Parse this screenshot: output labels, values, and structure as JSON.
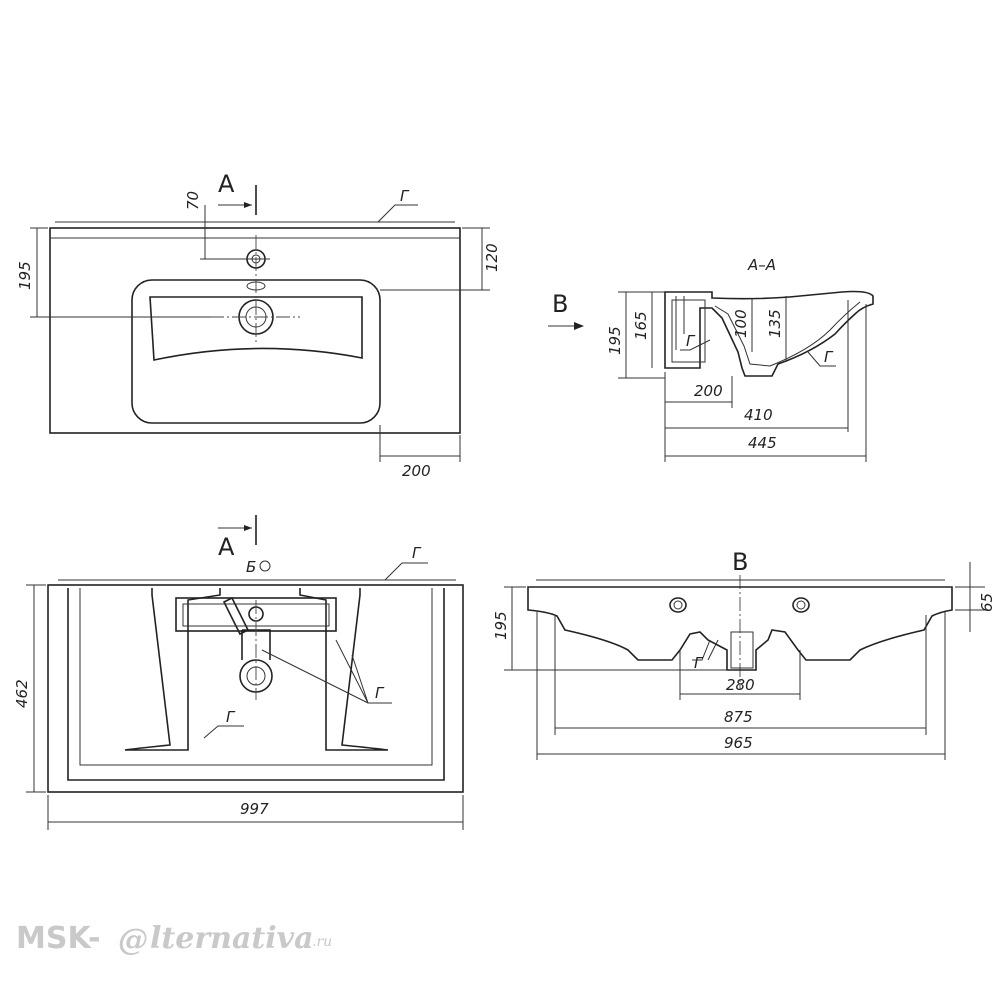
{
  "views": {
    "top_view": {
      "section_mark": "A",
      "dims": {
        "d70": "70",
        "d195": "195",
        "d120": "120",
        "d200": "200"
      },
      "surface_label": "Г"
    },
    "section_view": {
      "title": "А–А",
      "view_arrow": "B",
      "dims": {
        "d195": "195",
        "d165": "165",
        "d100": "100",
        "d135": "135",
        "d200": "200",
        "d410": "410",
        "d445": "445"
      },
      "surface_label_1": "Г",
      "surface_label_2": "Г"
    },
    "bottom_view": {
      "section_mark": "A",
      "detail_mark": "Б",
      "dims": {
        "d462": "462",
        "d997": "997"
      },
      "surface_label_top": "Г",
      "surface_label_ribs": "Г",
      "surface_label_bottom": "Г"
    },
    "side_view": {
      "title": "B",
      "dims": {
        "d195": "195",
        "d65": "65",
        "d280": "280",
        "d875": "875",
        "d965": "965"
      },
      "surface_label": "Г"
    }
  },
  "watermark": {
    "prefix": "MSK-",
    "at_sign": "@",
    "word": "lternativa",
    "suffix": ".ru"
  }
}
